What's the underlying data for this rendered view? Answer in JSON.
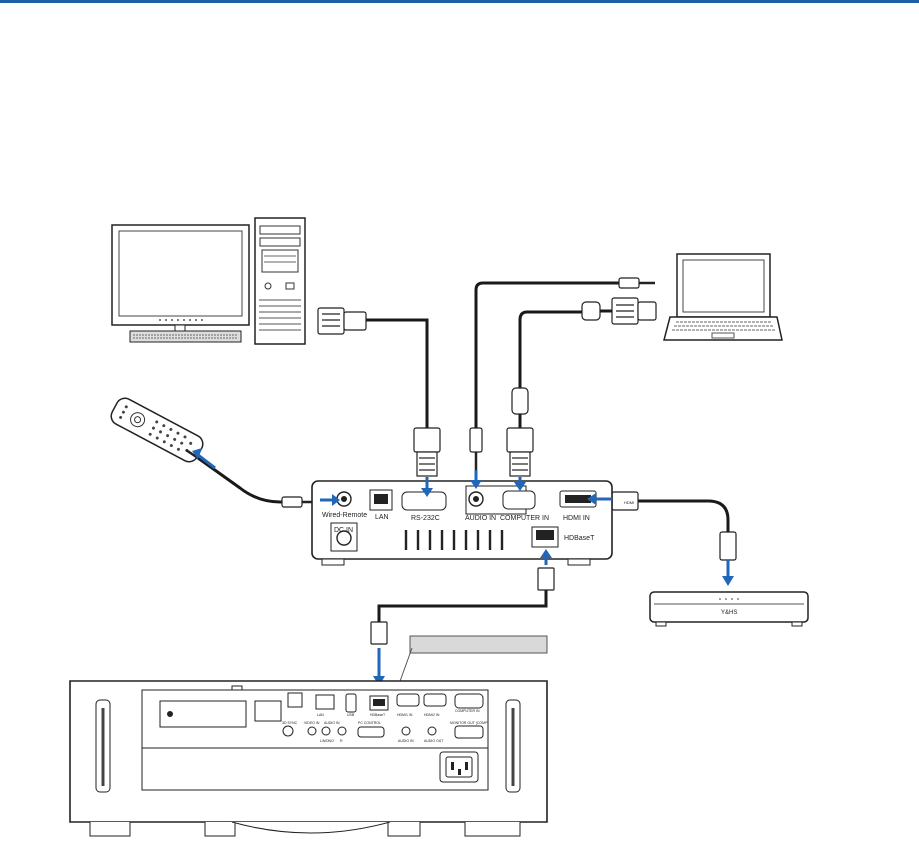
{
  "colors": {
    "rule": "#1f5fa8",
    "arrow": "#2166b8",
    "cable": "#1a1a1a",
    "device": "#ffffff",
    "outline": "#222222"
  },
  "box": {
    "wired_remote": "Wired-Remote",
    "lan": "LAN",
    "rs232c": "RS-232C",
    "audio_in": "AUDIO IN",
    "computer_in": "COMPUTER IN",
    "hdmi_in": "HDMI IN",
    "dc_in": "DC IN",
    "hdbaset": "HDBaseT"
  },
  "player": {
    "brand": "Y&HS"
  },
  "cable_text": {
    "hdmi": "HDMI"
  },
  "projector": {
    "lan": "LAN",
    "usb": "USB",
    "hdbaset": "HDBaseT",
    "hdmi1": "HDMI1 IN",
    "hdmi2": "HDMI2 IN",
    "computer_in": "COMPUTER IN",
    "video_in": "VIDEO IN",
    "audio_in_l": "AUDIO IN",
    "audio_in_r": "R",
    "lmono": "L/MONO",
    "sync": "3D SYNC",
    "pc_control": "PC CONTROL",
    "audio_in2": "AUDIO IN",
    "audio_out": "AUDIO OUT",
    "monitor_out": "MONITOR OUT (COMP)"
  }
}
